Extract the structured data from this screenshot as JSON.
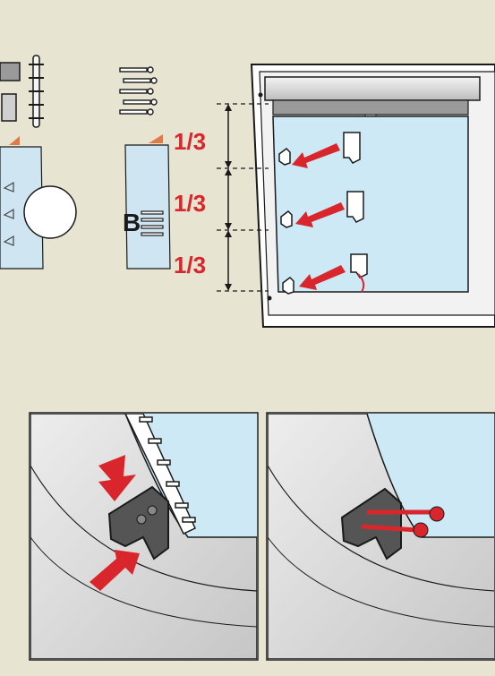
{
  "colors": {
    "background": "#e8e4d2",
    "accent_red": "#d8262c",
    "glass": "#cde9f5",
    "frame": "#ffffff",
    "outline": "#1a1a1a",
    "panel_gray": "#d4d4d4"
  },
  "spacing_labels": [
    "1/3",
    "1/3",
    "1/3"
  ],
  "packet_label": "B",
  "icons": [
    "screw-strip-icon",
    "bracket-icon",
    "red-arrow-icon",
    "red-screw-icon"
  ]
}
